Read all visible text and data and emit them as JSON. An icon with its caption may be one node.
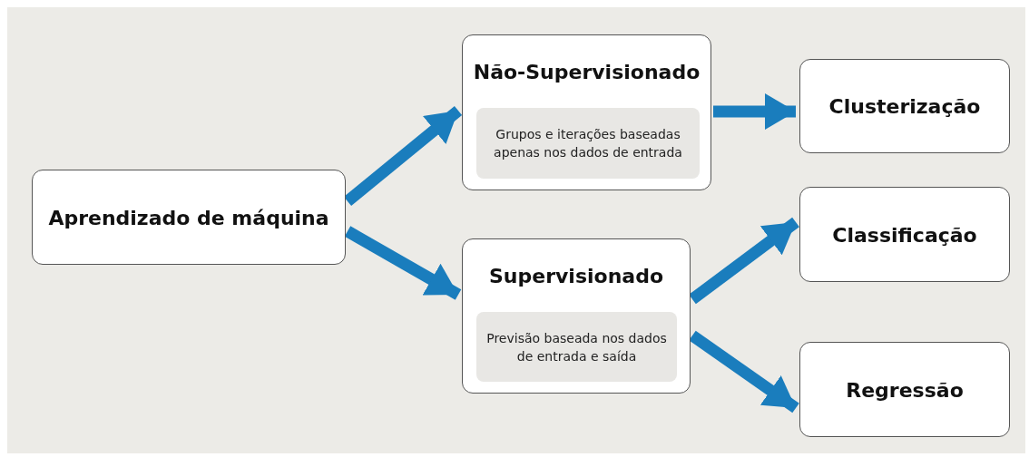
{
  "diagram": {
    "nodes": [
      {
        "text": [
          "Aprendizado de máquina"
        ]
      },
      {
        "text": [
          "Não-Supervisionado"
        ]
      },
      {
        "text": [
          "Grupos e iterações baseadas apenas nos dados de entrada"
        ],
        "in": 1
      },
      {
        "text": [
          "Supervisionado"
        ]
      },
      {
        "text": [
          "Previsão baseada nos dados de entrada e saída"
        ],
        "in": 3
      },
      {
        "text": [
          "Clusterização"
        ]
      },
      {
        "text": [
          "Classificação"
        ]
      },
      {
        "text": [
          "Regressão"
        ]
      }
    ],
    "edges": [
      {
        "from": 0,
        "to": 1,
        "arrow": "to"
      },
      {
        "from": 0,
        "to": 3,
        "arrow": "to"
      },
      {
        "from": 1,
        "to": 5,
        "arrow": "to"
      },
      {
        "from": 3,
        "to": 6,
        "arrow": "to"
      },
      {
        "from": 3,
        "to": 7,
        "arrow": "to"
      }
    ]
  }
}
